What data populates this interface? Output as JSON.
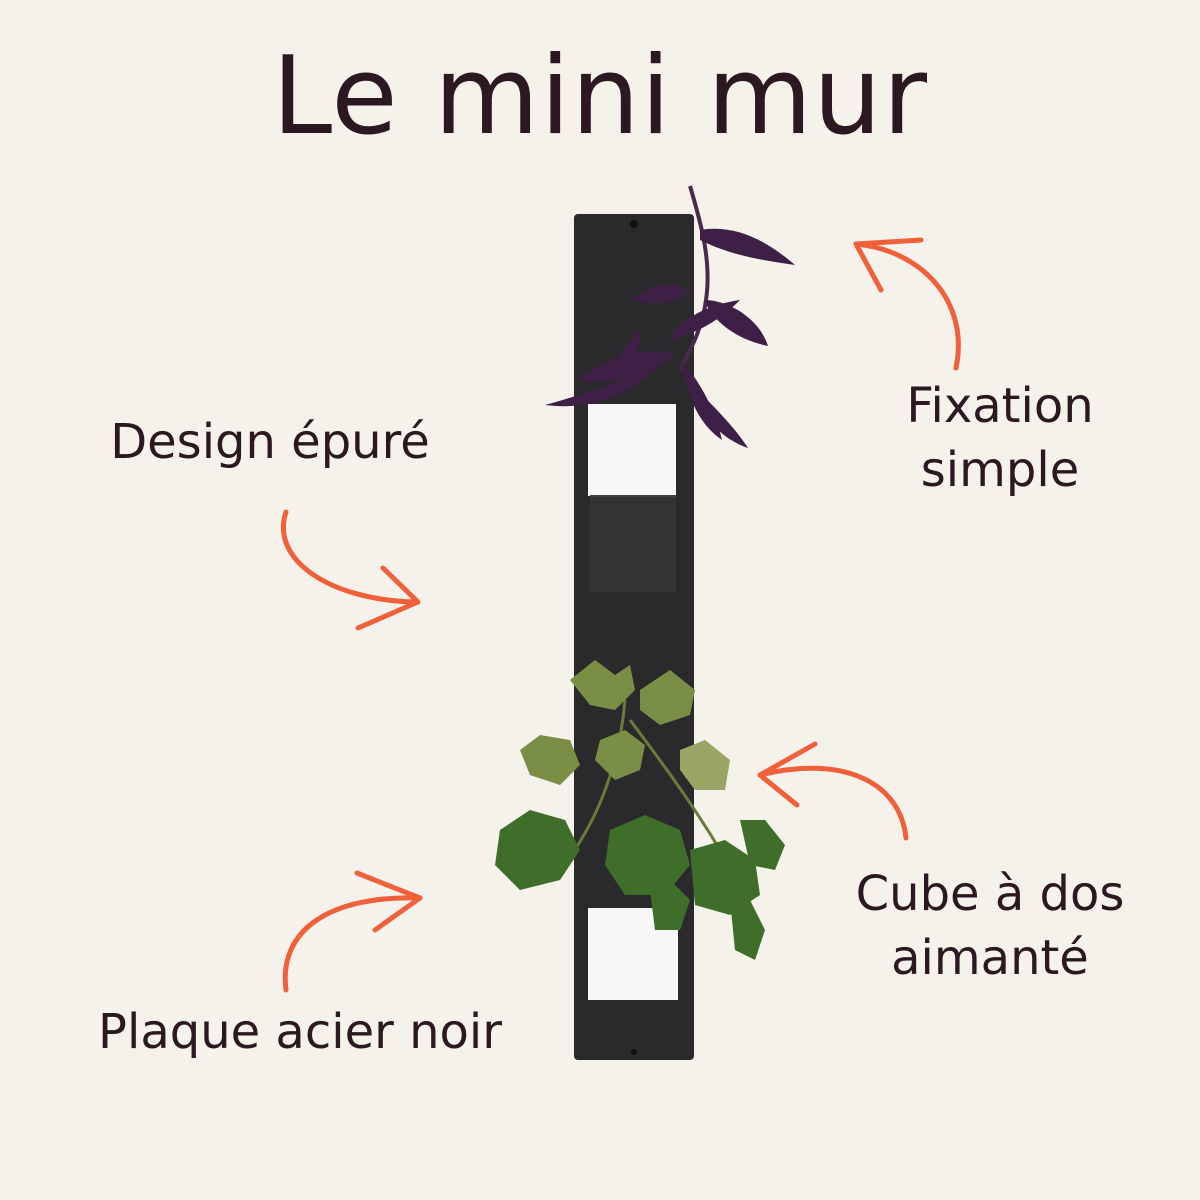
{
  "title": "Le mini mur",
  "labels": {
    "design": "Design épuré",
    "fixation_line1": "Fixation",
    "fixation_line2": "simple",
    "cube_line1": "Cube à dos",
    "cube_line2": "aimanté",
    "plaque": "Plaque acier noir"
  },
  "colors": {
    "background": "#f5f2ec",
    "text": "#2b1820",
    "arrow": "#f0603a",
    "steel_plate": "#2a2a2c",
    "cube_white": "#f7f7f7",
    "plant_purple": "#3e1f45",
    "plant_green": "#5a7d3a"
  },
  "icons": [
    "arrow-design-icon",
    "arrow-fixation-icon",
    "arrow-cube-icon",
    "arrow-plaque-icon"
  ]
}
